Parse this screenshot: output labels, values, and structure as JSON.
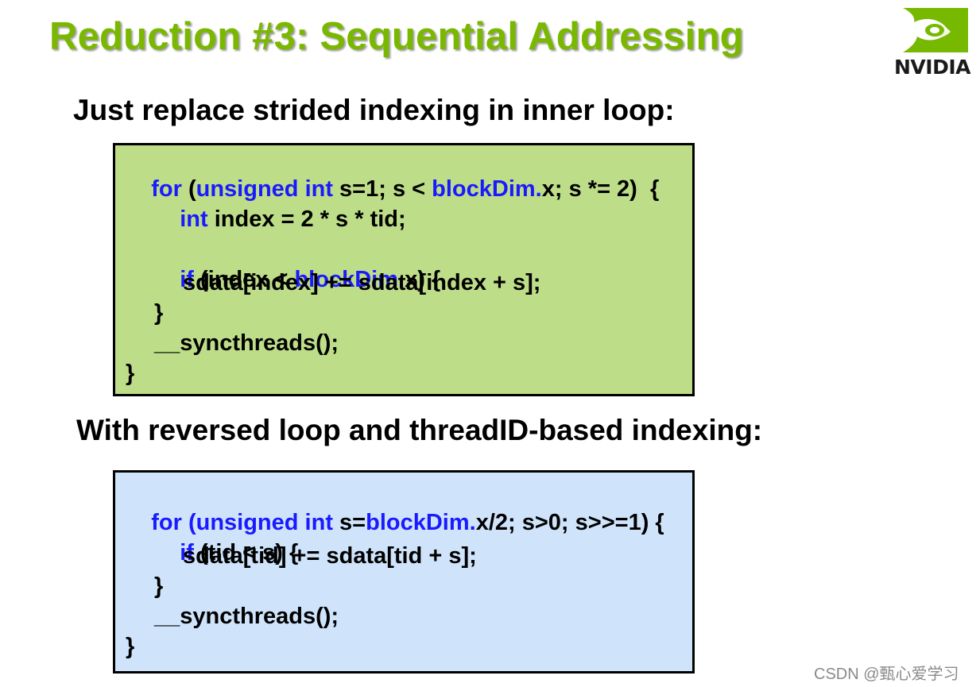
{
  "slide": {
    "title": "Reduction #3: Sequential Addressing",
    "brand": "NVIDIA",
    "subheading_1": "Just replace strided indexing in inner loop:",
    "subheading_2": "With reversed loop and threadID-based indexing:",
    "watermark": "CSDN @甄心爱学习"
  },
  "colors": {
    "title": "#7ab800",
    "keyword": "#1a1aff",
    "green_box": "#bedd88",
    "blue_box": "#cfe4fb"
  },
  "code_old": {
    "l1_kw1": "for",
    "l1_t1": " (",
    "l1_kw2": "unsigned int",
    "l1_t2": " s=1; s < ",
    "l1_kw3": "blockDim.",
    "l1_t3": "x; s *= 2)  {",
    "l2_kw": "int",
    "l2_t": " index = 2 * s * tid;",
    "l3_kw1": "if",
    "l3_t1": " (index < ",
    "l3_kw2": "blockDim.",
    "l3_t2": "x) {",
    "l4": "sdata[index] += sdata[index + s];",
    "l5": "}",
    "l6": "__syncthreads();",
    "l7": "}"
  },
  "code_new": {
    "l1_kw1": "for (unsigned int",
    "l1_t1": " s=",
    "l1_kw2": "blockDim.",
    "l1_t2": "x/2; s>0; s>>=1) {",
    "l2_kw": "if",
    "l2_t": " (tid < s) {",
    "l3": "sdata[tid] += sdata[tid + s];",
    "l4": "}",
    "l5": "__syncthreads();",
    "l6": "}"
  }
}
